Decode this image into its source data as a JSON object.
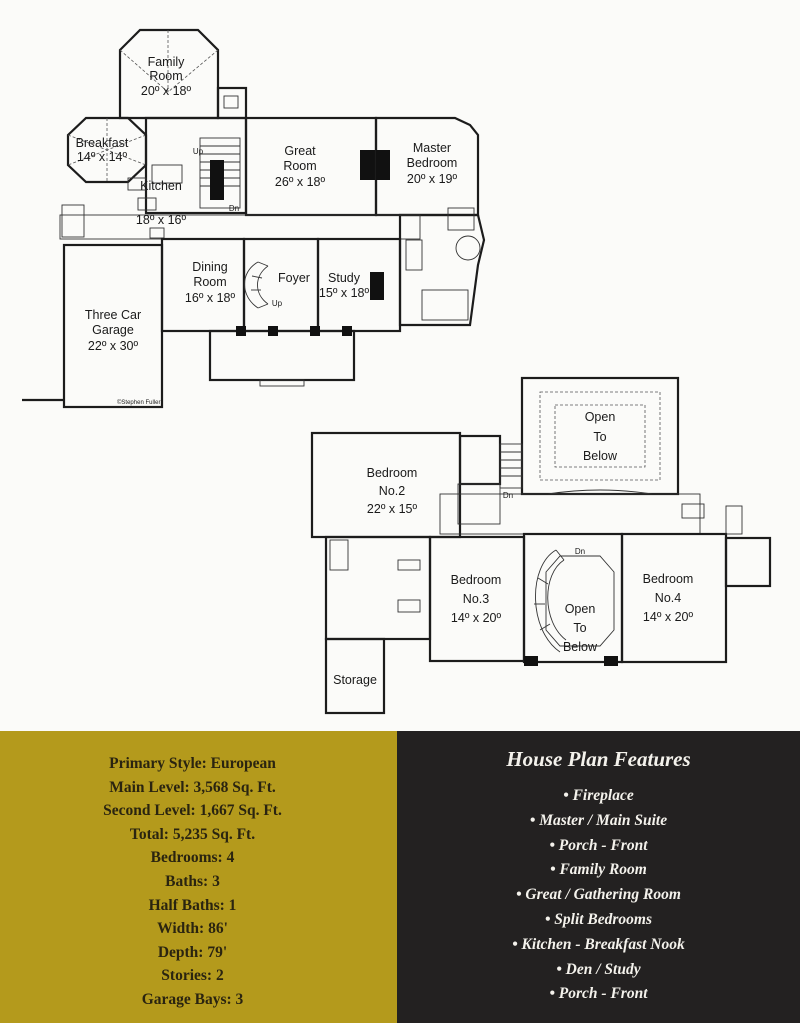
{
  "plans": {
    "main_level": {
      "rooms": [
        {
          "name": "Family",
          "name2": "Room",
          "size": "20º x 18º"
        },
        {
          "name": "Breakfast",
          "size": "14º x 14º"
        },
        {
          "name": "Kitchen",
          "size": "18º x 16º"
        },
        {
          "name": "Great",
          "name2": "Room",
          "size": "26º x 18º"
        },
        {
          "name": "Master",
          "name2": "Bedroom",
          "size": "20º x 19º"
        },
        {
          "name": "Dining",
          "name2": "Room",
          "size": "16º x 18º"
        },
        {
          "name": "Foyer"
        },
        {
          "name": "Study",
          "size": "15º x 18º"
        },
        {
          "name": "Three Car",
          "name2": "Garage",
          "size": "22º x 30º"
        }
      ],
      "stair_up_1": "Up",
      "stair_dn": "Dn",
      "stair_up_2": "Up",
      "credit": "©Stephen Fuller"
    },
    "second_level": {
      "rooms": [
        {
          "name": "Open",
          "name2": "To",
          "name3": "Below"
        },
        {
          "name": "Bedroom",
          "name2": "No.2",
          "size": "22º x 15º"
        },
        {
          "name": "Bedroom",
          "name2": "No.3",
          "size": "14º x 20º"
        },
        {
          "name": "Open",
          "name2": "To",
          "name3": "Below"
        },
        {
          "name": "Bedroom",
          "name2": "No.4",
          "size": "14º x 20º"
        },
        {
          "name": "Storage"
        }
      ],
      "stair_dn_1": "Dn",
      "stair_dn_2": "Dn"
    }
  },
  "specs": [
    "Primary Style: European",
    "Main Level: 3,568 Sq. Ft.",
    "Second Level: 1,667 Sq. Ft.",
    "Total: 5,235 Sq. Ft.",
    "Bedrooms: 4",
    "Baths: 3",
    "Half Baths: 1",
    "Width: 86'",
    "Depth: 79'",
    "Stories: 2",
    "Garage Bays: 3"
  ],
  "features": {
    "title": "House Plan Features",
    "items": [
      "• Fireplace",
      "• Master / Main Suite",
      "• Porch - Front",
      "• Family Room",
      "• Great / Gathering Room",
      "• Split Bedrooms",
      "• Kitchen - Breakfast Nook",
      "• Den / Study",
      "• Porch - Front"
    ]
  },
  "colors": {
    "specs_panel": "#b49a1c",
    "features_panel": "#232121",
    "page": "#fbfbf9"
  }
}
